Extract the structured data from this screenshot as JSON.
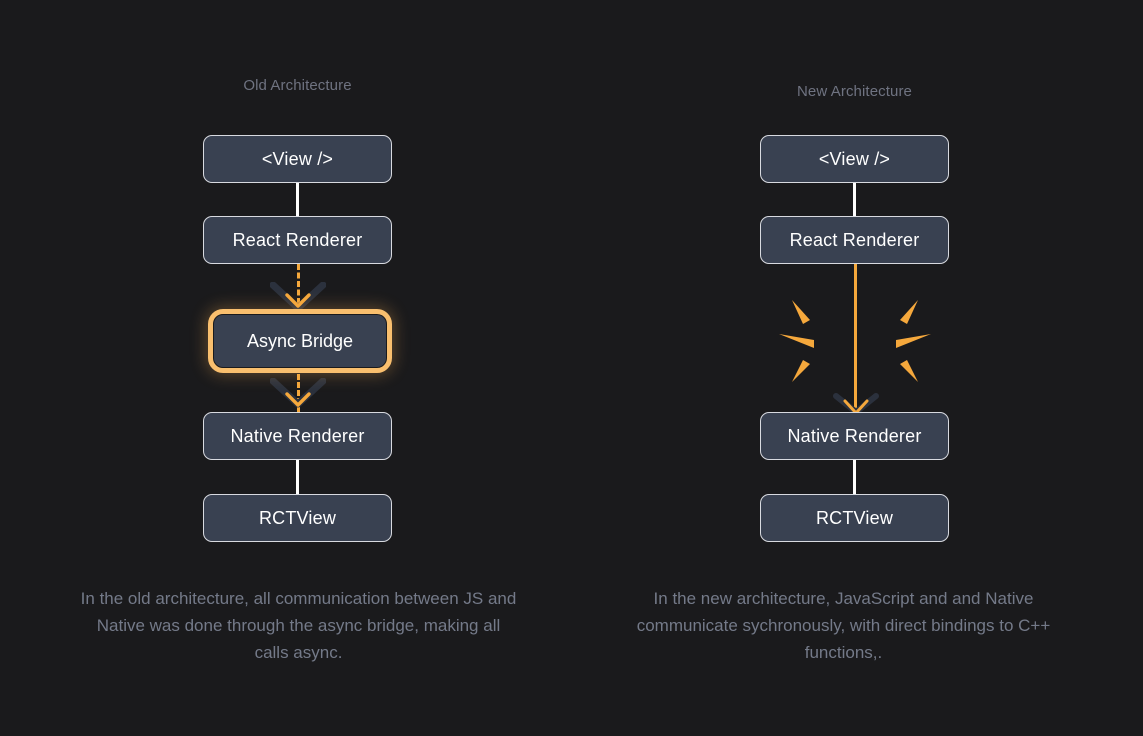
{
  "theme": {
    "background": "#1a1a1c",
    "node_fill": "#394151",
    "node_border": "#d8dae0",
    "node_text": "#ffffff",
    "accent_orange": "#f5a83c",
    "highlight_ring": "#f9bf6e",
    "muted_text": "#6f7381",
    "caption_text": "#747a89",
    "connector_white": "#ffffff",
    "chevron_grey": "#2b313d"
  },
  "left_column": {
    "title": "Old Architecture",
    "nodes": [
      {
        "label": "<View />",
        "name": "node-view"
      },
      {
        "label": "React Renderer",
        "name": "node-react-renderer"
      },
      {
        "label": "Async Bridge",
        "name": "node-async-bridge",
        "highlighted": true
      },
      {
        "label": "Native Renderer",
        "name": "node-native-renderer"
      },
      {
        "label": "RCTView",
        "name": "node-rctview"
      }
    ],
    "caption": "In the old architecture, all communication between JS and Native was done through the async bridge, making all calls async."
  },
  "right_column": {
    "title": "New Architecture",
    "nodes": [
      {
        "label": "<View />",
        "name": "node-view"
      },
      {
        "label": "React Renderer",
        "name": "node-react-renderer"
      },
      {
        "label": "Native Renderer",
        "name": "node-native-renderer"
      },
      {
        "label": "RCTView",
        "name": "node-rctview"
      }
    ],
    "caption": "In the new architecture, JavaScript and and Native communicate sychronously, with direct bindings to C++ functions,."
  },
  "connectors": {
    "left": [
      {
        "from": "<View />",
        "to": "React Renderer",
        "style": "solid-white"
      },
      {
        "from": "React Renderer",
        "to": "Async Bridge",
        "style": "dashed-orange-arrow"
      },
      {
        "from": "Async Bridge",
        "to": "Native Renderer",
        "style": "dashed-orange-arrow"
      },
      {
        "from": "Native Renderer",
        "to": "RCTView",
        "style": "solid-white"
      }
    ],
    "right": [
      {
        "from": "<View />",
        "to": "React Renderer",
        "style": "solid-white"
      },
      {
        "from": "React Renderer",
        "to": "Native Renderer",
        "style": "solid-orange-arrow"
      },
      {
        "from": "Native Renderer",
        "to": "RCTView",
        "style": "solid-white"
      }
    ]
  },
  "burst": {
    "name": "bridge-removed-burst",
    "ray_count": 6,
    "color": "#f5a83c"
  }
}
